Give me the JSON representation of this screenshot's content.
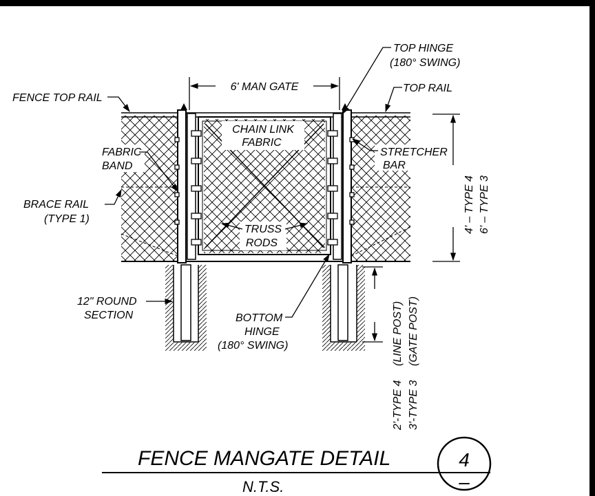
{
  "title": "FENCE MANGATE DETAIL",
  "scale": "N.T.S.",
  "detail": {
    "number": "4",
    "sheet": "–"
  },
  "labels": {
    "gate_width": "6' MAN GATE",
    "fence_top_rail": "FENCE TOP RAIL",
    "top_hinge": [
      "TOP HINGE",
      "(180° SWING)"
    ],
    "top_rail": "TOP RAIL",
    "chain_link_fabric": [
      "CHAIN LINK",
      "FABRIC"
    ],
    "fabric_band": [
      "FABRIC",
      "BAND"
    ],
    "stretcher_bar": [
      "STRETCHER",
      "BAR"
    ],
    "brace_rail": [
      "BRACE RAIL",
      "(TYPE 1)"
    ],
    "truss_rods": [
      "TRUSS",
      "RODS"
    ],
    "height_dims": [
      "4' – TYPE 4",
      "6' – TYPE 3"
    ],
    "round_section": [
      "12\" ROUND",
      "SECTION"
    ],
    "bottom_hinge": [
      "BOTTOM",
      "HINGE",
      "(180° SWING)"
    ],
    "post_dims": [
      "(LINE POST)",
      "(GATE POST)"
    ],
    "embed_dims": [
      "2'-TYPE 4",
      "3'-TYPE 3"
    ]
  }
}
